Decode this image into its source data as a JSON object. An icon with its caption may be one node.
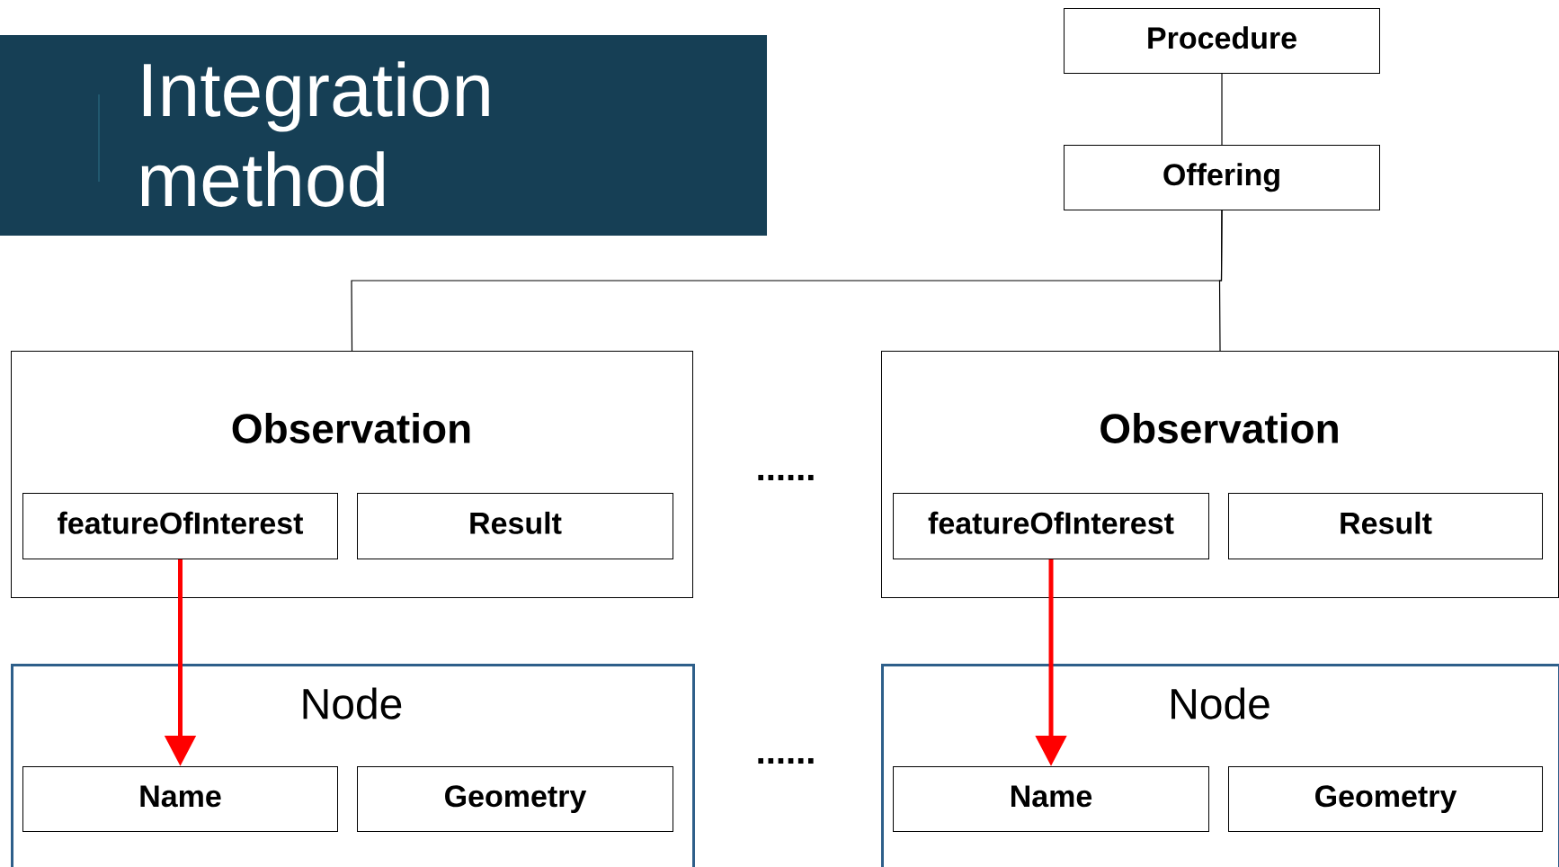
{
  "diagram": {
    "title": "Integration method",
    "nodes": [
      {
        "text": [
          "Procedure"
        ]
      },
      {
        "text": [
          "Offering"
        ]
      },
      {
        "text": [
          "Observation"
        ]
      },
      {
        "text": [
          "featureOfInterest"
        ],
        "in": 2
      },
      {
        "text": [
          "Result"
        ],
        "in": 2
      },
      {
        "text": [
          "Observation"
        ]
      },
      {
        "text": [
          "featureOfInterest"
        ],
        "in": 5
      },
      {
        "text": [
          "Result"
        ],
        "in": 5
      },
      {
        "text": [
          "Node"
        ]
      },
      {
        "text": [
          "Name"
        ],
        "in": 8
      },
      {
        "text": [
          "Geometry"
        ],
        "in": 8
      },
      {
        "text": [
          "Node"
        ]
      },
      {
        "text": [
          "Name"
        ],
        "in": 11
      },
      {
        "text": [
          "Geometry"
        ],
        "in": 11
      }
    ],
    "edges": [
      {
        "from": 0,
        "to": 1,
        "arrow": "none"
      },
      {
        "from": 1,
        "to": 2,
        "arrow": "none"
      },
      {
        "from": 1,
        "to": 5,
        "arrow": "none"
      },
      {
        "from": 3,
        "to": 9,
        "arrow": "to",
        "style": "thick",
        "color": "#ff0000"
      },
      {
        "from": 6,
        "to": 12,
        "arrow": "to",
        "style": "thick",
        "color": "#ff0000"
      }
    ],
    "labels": [
      "......",
      "......"
    ]
  }
}
